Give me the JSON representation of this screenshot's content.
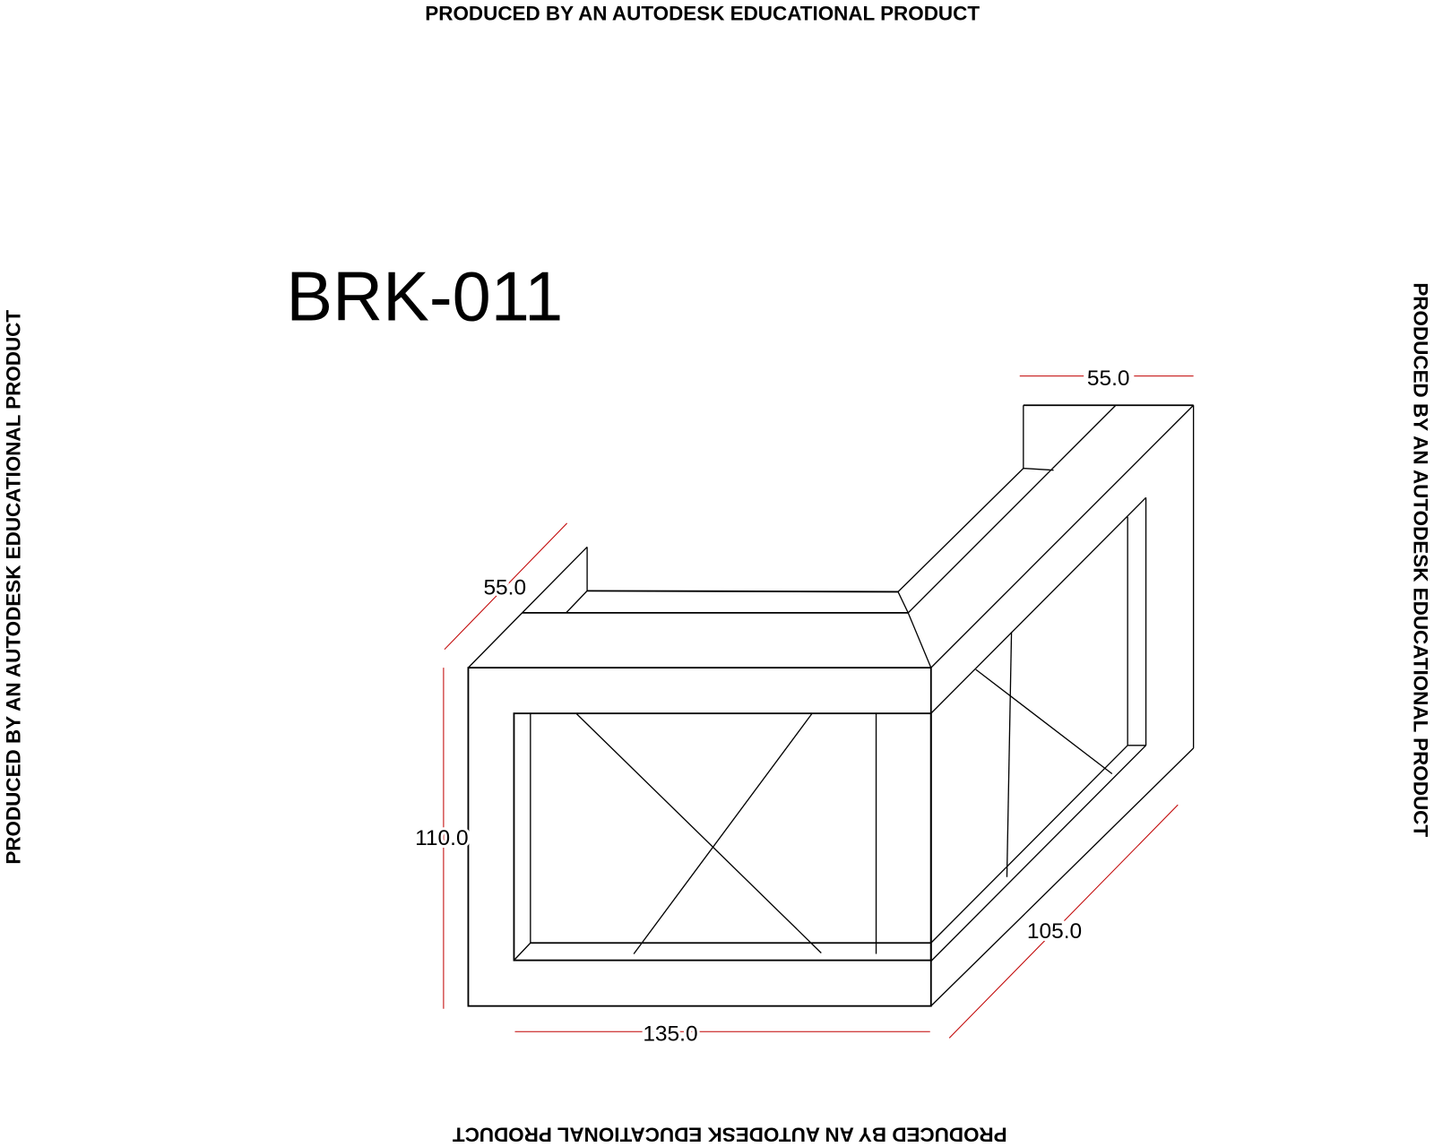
{
  "watermark": {
    "top": "PRODUCED BY AN AUTODESK EDUCATIONAL PRODUCT",
    "bottom": "PRODUCED BY AN AUTODESK EDUCATIONAL PRODUCT",
    "left": "PRODUCED BY AN AUTODESK EDUCATIONAL PRODUCT",
    "right": "PRODUCED BY AN AUTODESK EDUCATIONAL PRODUCT"
  },
  "drawing": {
    "title": "BRK-011",
    "dimensions": {
      "top_width": "55.0",
      "left_depth": "55.0",
      "height": "110.0",
      "front_width": "135.0",
      "side_length": "105.0"
    },
    "colors": {
      "line": "#000000",
      "dimension": "#c00000"
    }
  }
}
